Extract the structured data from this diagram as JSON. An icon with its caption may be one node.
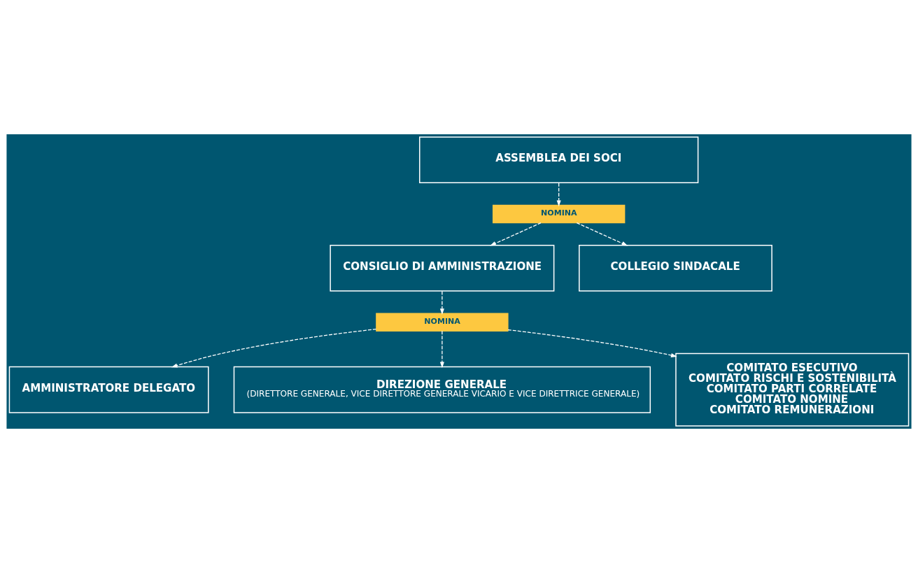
{
  "diagram": {
    "nodes": [
      {
        "text": [
          "ASSEMBLEA DEI SOCI"
        ]
      },
      {
        "text": [
          "NOMINA"
        ]
      },
      {
        "text": [
          "CONSIGLIO DI AMMINISTRAZIONE"
        ]
      },
      {
        "text": [
          "COLLEGIO SINDACALE"
        ]
      },
      {
        "text": [
          "NOMINA"
        ]
      },
      {
        "text": [
          "AMMINISTRATORE DELEGATO"
        ]
      },
      {
        "text": [
          "DIREZIONE GENERALE",
          "(DIRETTORE GENERALE, VICE DIRETTORE GENERALE VICARIO E VICE DIRETTRICE GENERALE)"
        ]
      },
      {
        "text": [
          "COMITATO ESECUTIVO",
          "COMITATO RISCHI E SOSTENIBILITÀ",
          "COMITATO PARTI CORRELATE",
          "COMITATO NOMINE",
          "COMITATO REMUNERAZIONI"
        ]
      }
    ],
    "edges": [
      {
        "from": 0,
        "to": 1,
        "arrow": "to",
        "style": "dashed"
      },
      {
        "from": 1,
        "to": 2,
        "arrow": "to",
        "style": "dashed"
      },
      {
        "from": 1,
        "to": 3,
        "arrow": "to",
        "style": "dashed"
      },
      {
        "from": 2,
        "to": 4,
        "arrow": "to",
        "style": "dashed"
      },
      {
        "from": 4,
        "to": 5,
        "arrow": "to",
        "style": "dashed"
      },
      {
        "from": 4,
        "to": 6,
        "arrow": "to",
        "style": "dashed"
      },
      {
        "from": 4,
        "to": 7,
        "arrow": "to",
        "style": "dashed"
      }
    ]
  }
}
